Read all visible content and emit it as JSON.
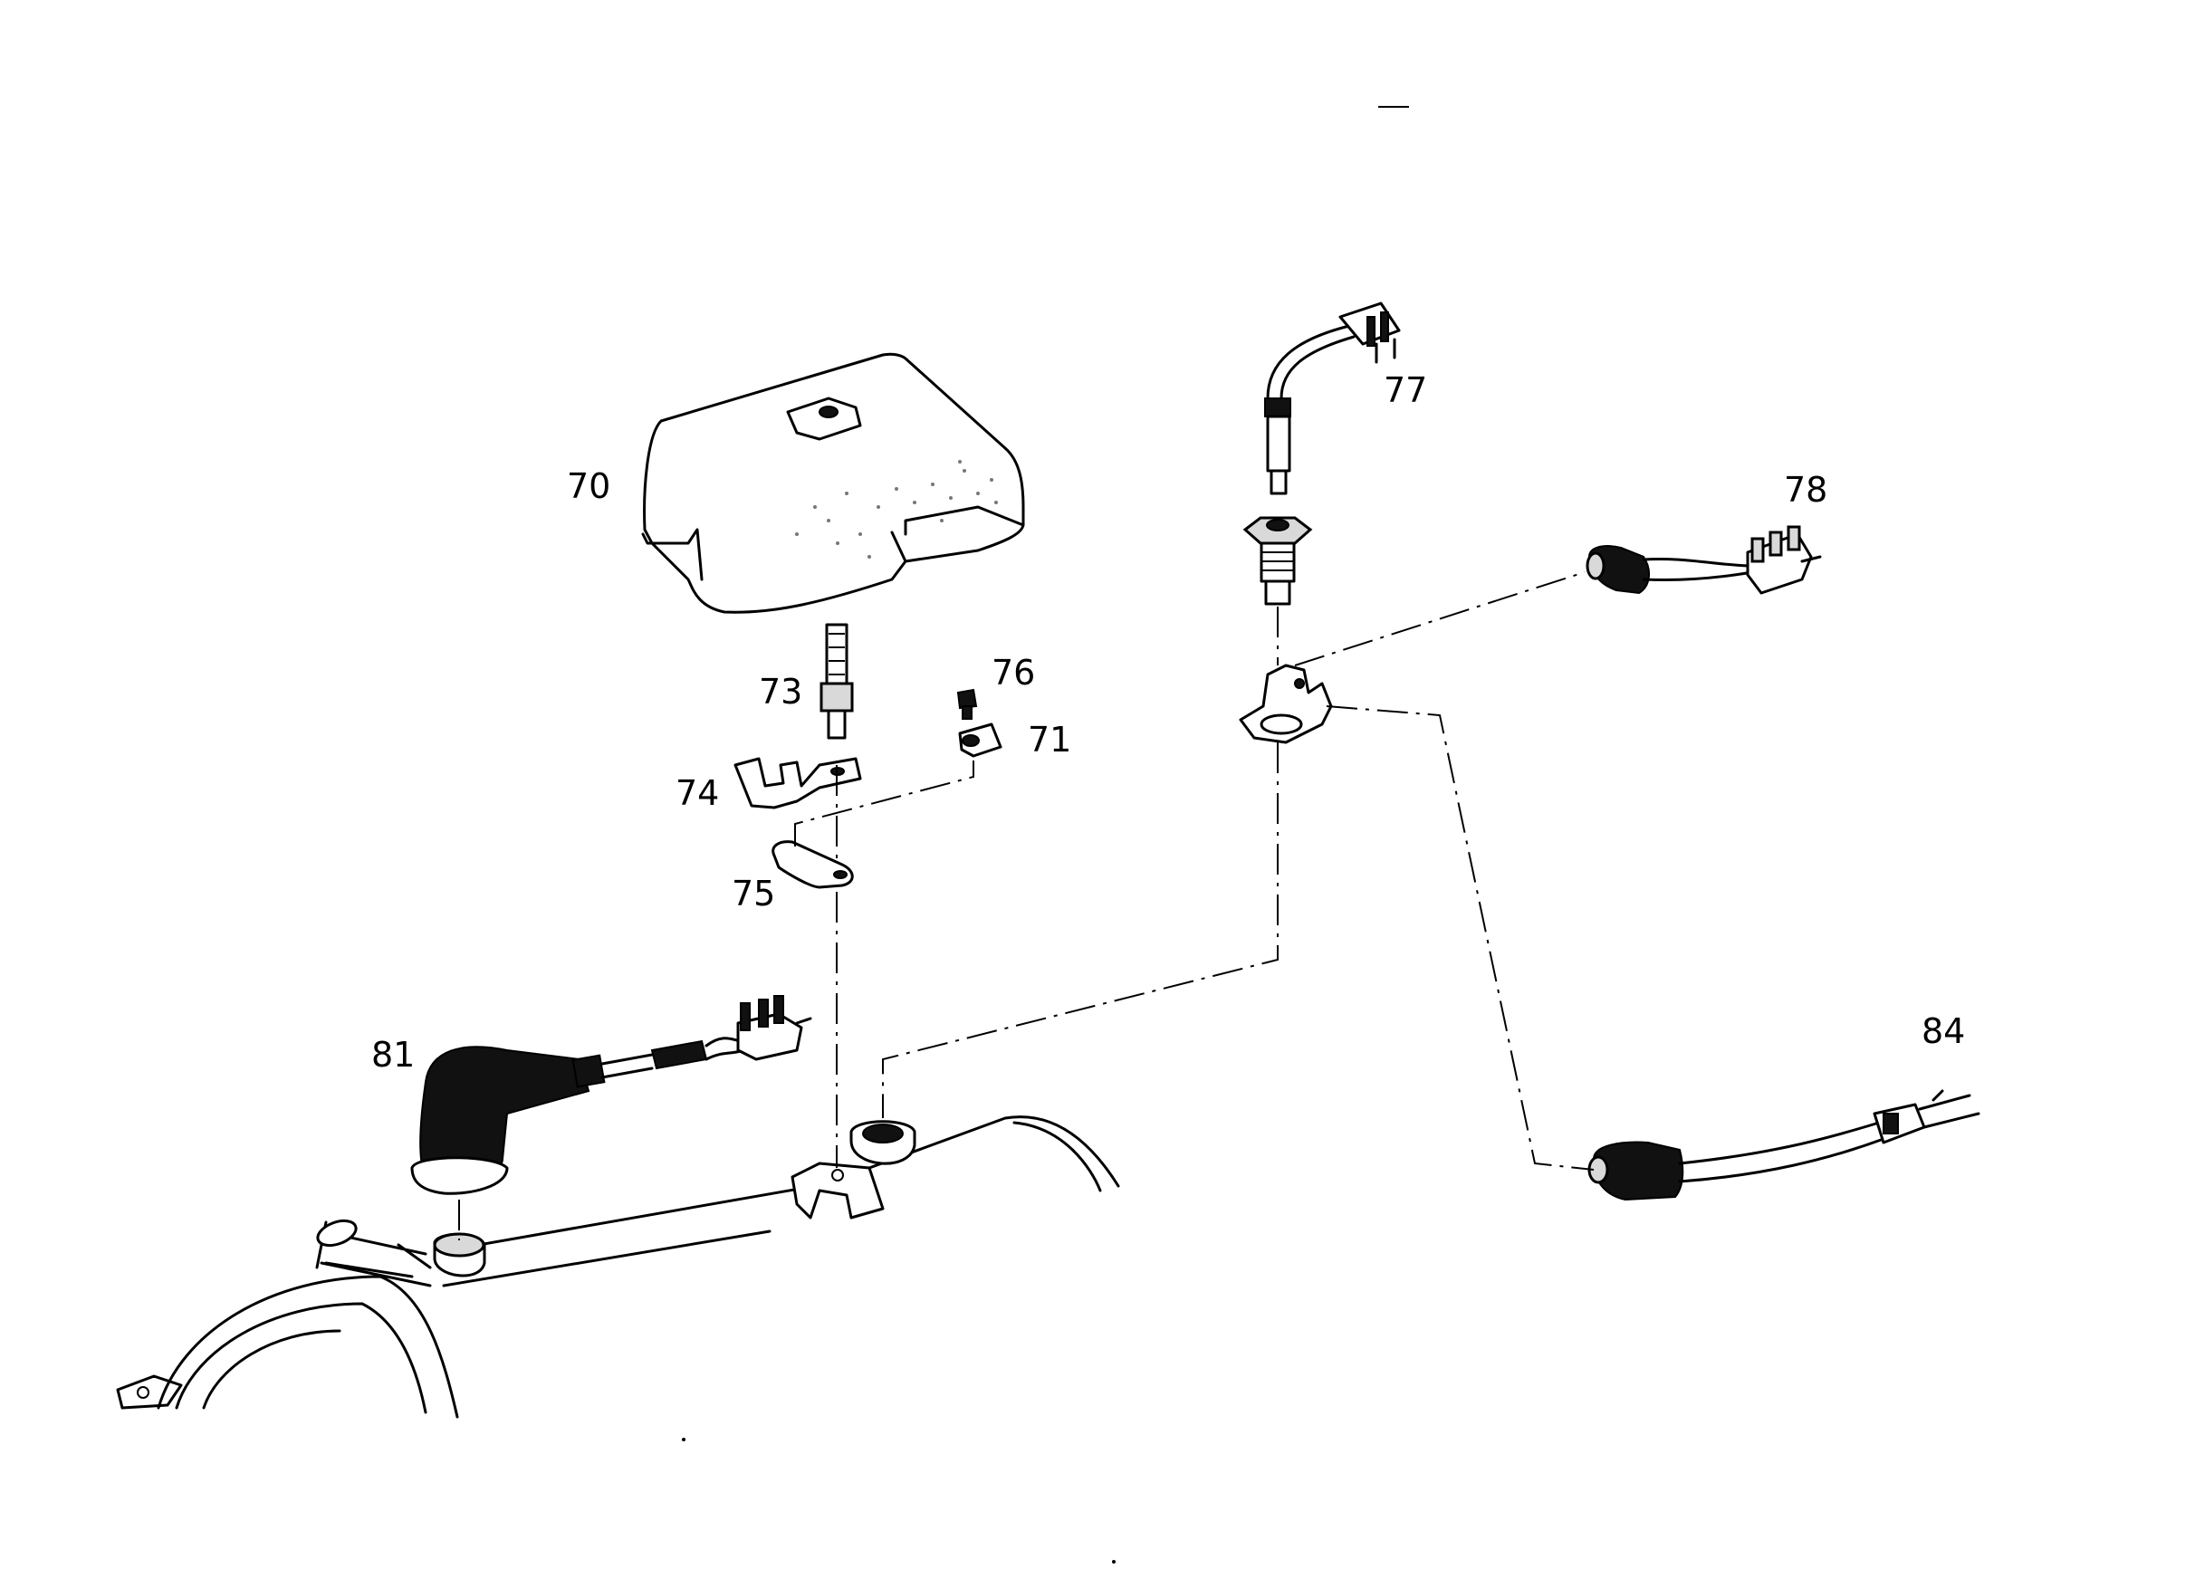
{
  "labels": {
    "p70": "70",
    "p71": "71",
    "p73": "73",
    "p74": "74",
    "p75": "75",
    "p76": "76",
    "p77": "77",
    "p78": "78",
    "p81": "81",
    "p84": "84"
  }
}
